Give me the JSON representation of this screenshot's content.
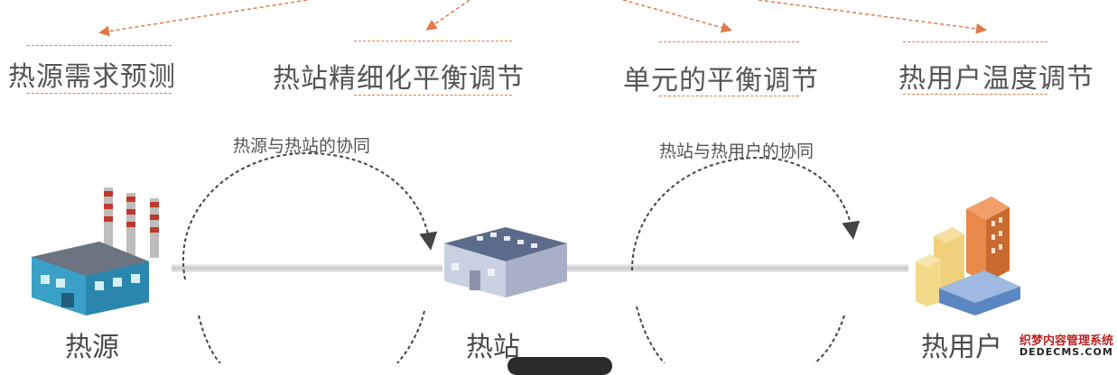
{
  "goals": [
    {
      "label": "热源需求预测"
    },
    {
      "label": "热站精细化平衡调节"
    },
    {
      "label": "单元的平衡调节"
    },
    {
      "label": "热用户温度调节"
    }
  ],
  "loops": [
    {
      "label": "热源与热站的协同"
    },
    {
      "label": "热站与热用户的协同"
    }
  ],
  "nodes": [
    {
      "label": "热源",
      "icon": "factory-icon"
    },
    {
      "label": "热站",
      "icon": "station-building-icon"
    },
    {
      "label": "热用户",
      "icon": "buildings-icon"
    }
  ],
  "watermark": {
    "line1": "织梦内容管理系统",
    "line2": "DEDECMS.COM"
  },
  "colors": {
    "accent_dash": "#e27a4c",
    "pipe": "#d8d8d8",
    "loop": "#444444"
  }
}
